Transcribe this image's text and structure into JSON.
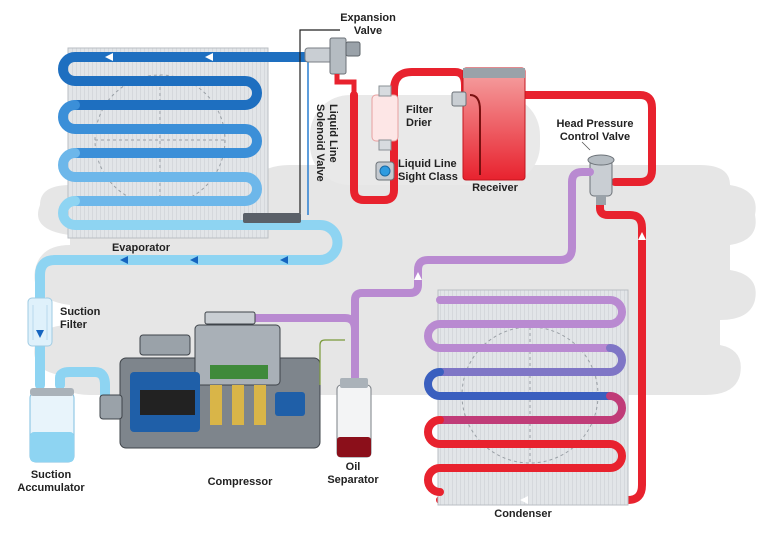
{
  "labels": {
    "expansion_valve": "Expansion\nValve",
    "liquid_line_solenoid_valve": "Liquid Line\nSolenoid Valve",
    "filter_drier": "Filter\nDrier",
    "liquid_line_sight_glass": "Liquid Line\nSight Class",
    "receiver": "Receiver",
    "head_pressure_control_valve": "Head Pressure\nControl Valve",
    "evaporator": "Evaporator",
    "suction_filter": "Suction\nFilter",
    "suction_accumulator": "Suction\nAccumulator",
    "compressor": "Compressor",
    "oil_separator": "Oil\nSeparator",
    "condenser": "Condenser"
  },
  "colors": {
    "hot_gas": "#b98ad1",
    "liquid_high": "#e8222e",
    "liquid_cold": "#1565c0",
    "suction_vapor": "#8ed4f2",
    "background_cloud": "#e6e6e6",
    "coil_grey": "#d6d9dc"
  }
}
